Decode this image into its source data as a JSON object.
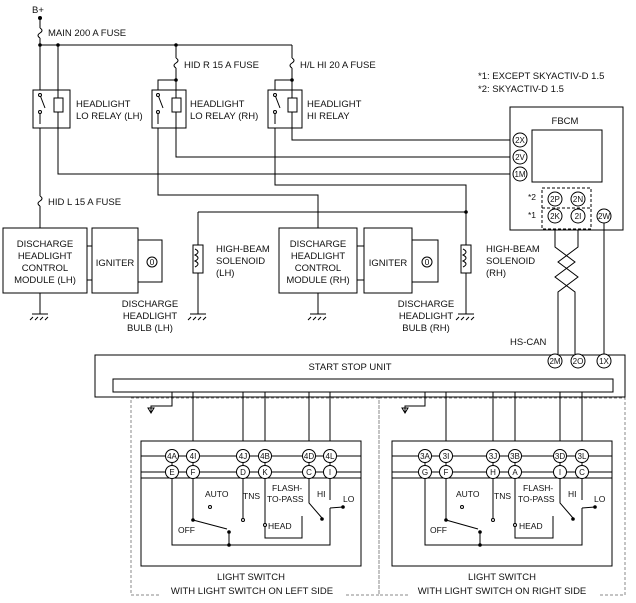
{
  "power": {
    "supply": "B+",
    "main_fuse": "MAIN 200 A FUSE",
    "hid_r_fuse": "HID R 15 A FUSE",
    "hl_hi_fuse": "H/L HI 20 A FUSE",
    "hid_l_fuse": "HID L 15 A FUSE"
  },
  "notes": {
    "n1": "*1: EXCEPT SKYACTIV-D 1.5",
    "n2": "*2: SKYACTIV-D 1.5",
    "mark1": "*1",
    "mark2": "*2"
  },
  "relays": {
    "lo_lh": [
      "HEADLIGHT",
      "LO RELAY (LH)"
    ],
    "lo_rh": [
      "HEADLIGHT",
      "LO RELAY (RH)"
    ],
    "hi": [
      "HEADLIGHT",
      "HI RELAY"
    ]
  },
  "fbcm": {
    "title": "FBCM",
    "pins": [
      "2X",
      "2V",
      "1M",
      "2P",
      "2N",
      "2K",
      "2I",
      "2W"
    ]
  },
  "lh": {
    "module": [
      "DISCHARGE",
      "HEADLIGHT",
      "CONTROL",
      "MODULE (LH)"
    ],
    "igniter": "IGNITER",
    "solenoid": [
      "HIGH-BEAM",
      "SOLENOID",
      "(LH)"
    ],
    "bulb": [
      "DISCHARGE",
      "HEADLIGHT",
      "BULB (LH)"
    ]
  },
  "rh": {
    "module": [
      "DISCHARGE",
      "HEADLIGHT",
      "CONTROL",
      "MODULE (RH)"
    ],
    "igniter": "IGNITER",
    "solenoid": [
      "HIGH-BEAM",
      "SOLENOID",
      "(RH)"
    ],
    "bulb": [
      "DISCHARGE",
      "HEADLIGHT",
      "BULB (RH)"
    ]
  },
  "can_label": "HS-CAN",
  "ssu": {
    "title": "START STOP UNIT",
    "pins": [
      "2M",
      "2O",
      "1X"
    ]
  },
  "light_switch_left": {
    "top_pins": [
      "4A",
      "4I",
      "4J",
      "4B",
      "4D",
      "4L"
    ],
    "bottom_pins": [
      "E",
      "F",
      "D",
      "K",
      "C",
      "I"
    ],
    "positions": [
      "AUTO",
      "TNS",
      "FLASH-",
      "TO-PASS",
      "HI",
      "LO",
      "OFF",
      "HEAD"
    ],
    "title": "LIGHT SWITCH",
    "caption": "WITH LIGHT SWITCH ON LEFT SIDE"
  },
  "light_switch_right": {
    "top_pins": [
      "3A",
      "3I",
      "3J",
      "3B",
      "3D",
      "3L"
    ],
    "bottom_pins": [
      "G",
      "F",
      "H",
      "A",
      "I",
      "C"
    ],
    "positions": [
      "AUTO",
      "TNS",
      "FLASH-",
      "TO-PASS",
      "HI",
      "LO",
      "OFF",
      "HEAD"
    ],
    "title": "LIGHT SWITCH",
    "caption": "WITH LIGHT SWITCH ON RIGHT SIDE"
  }
}
